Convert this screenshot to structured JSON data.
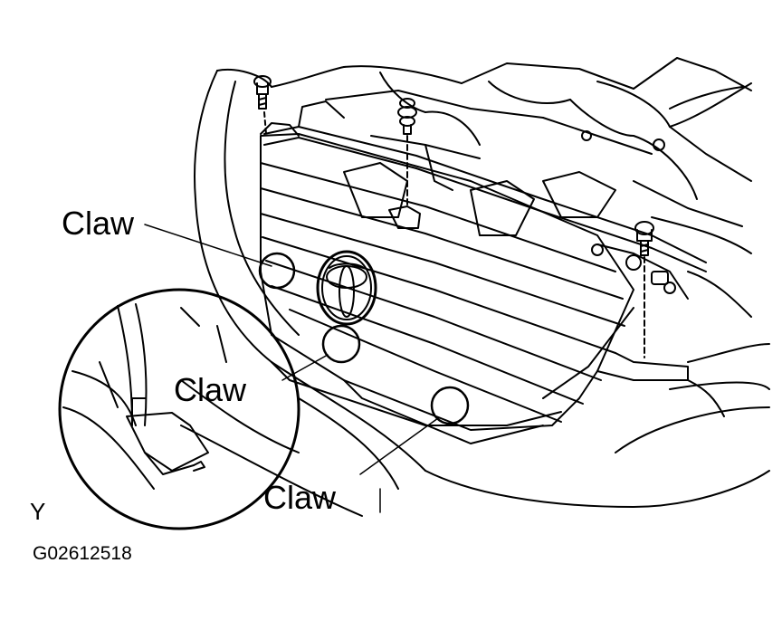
{
  "callouts": {
    "claw_1": "Claw",
    "claw_2": "Claw",
    "claw_3": "Claw"
  },
  "view_letter": "Y",
  "figure_id": "G02612518",
  "colors": {
    "line": "#000000",
    "background": "#ffffff"
  }
}
